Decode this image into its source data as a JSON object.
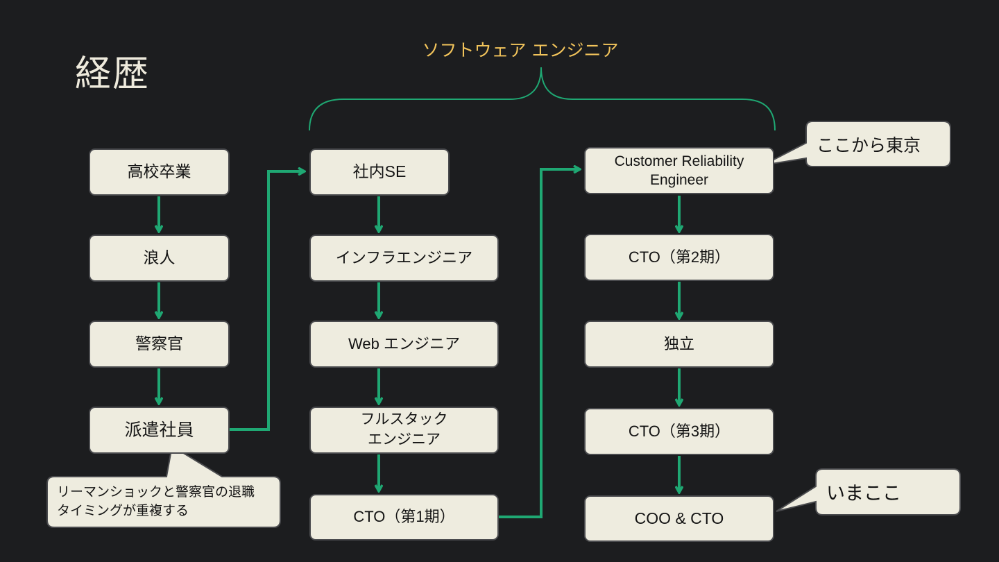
{
  "title": "経歴",
  "brace_label": "ソフトウェア エンジニア",
  "colors": {
    "background": "#1c1d1f",
    "box_fill": "#eeecdf",
    "arrow": "#1fa873",
    "brace": "#1fa873",
    "brace_label": "#f2c45b",
    "title": "#eeeadc"
  },
  "columns": [
    {
      "nodes": [
        {
          "label": "高校卒業"
        },
        {
          "label": "浪人"
        },
        {
          "label": "警察官"
        },
        {
          "label": "派遣社員"
        }
      ]
    },
    {
      "nodes": [
        {
          "label": "社内SE"
        },
        {
          "label": "インフラエンジニア"
        },
        {
          "label": "Web エンジニア"
        },
        {
          "label": "フルスタック\nエンジニア"
        },
        {
          "label": "CTO（第1期）"
        }
      ]
    },
    {
      "nodes": [
        {
          "label": "Customer Reliability\nEngineer"
        },
        {
          "label": "CTO（第2期）"
        },
        {
          "label": "独立"
        },
        {
          "label": "CTO（第3期）"
        },
        {
          "label": "COO & CTO"
        }
      ]
    }
  ],
  "callouts": {
    "lehman": "リーマンショックと警察官の退職\nタイミングが重複する",
    "tokyo": "ここから東京",
    "now": "いまここ"
  }
}
